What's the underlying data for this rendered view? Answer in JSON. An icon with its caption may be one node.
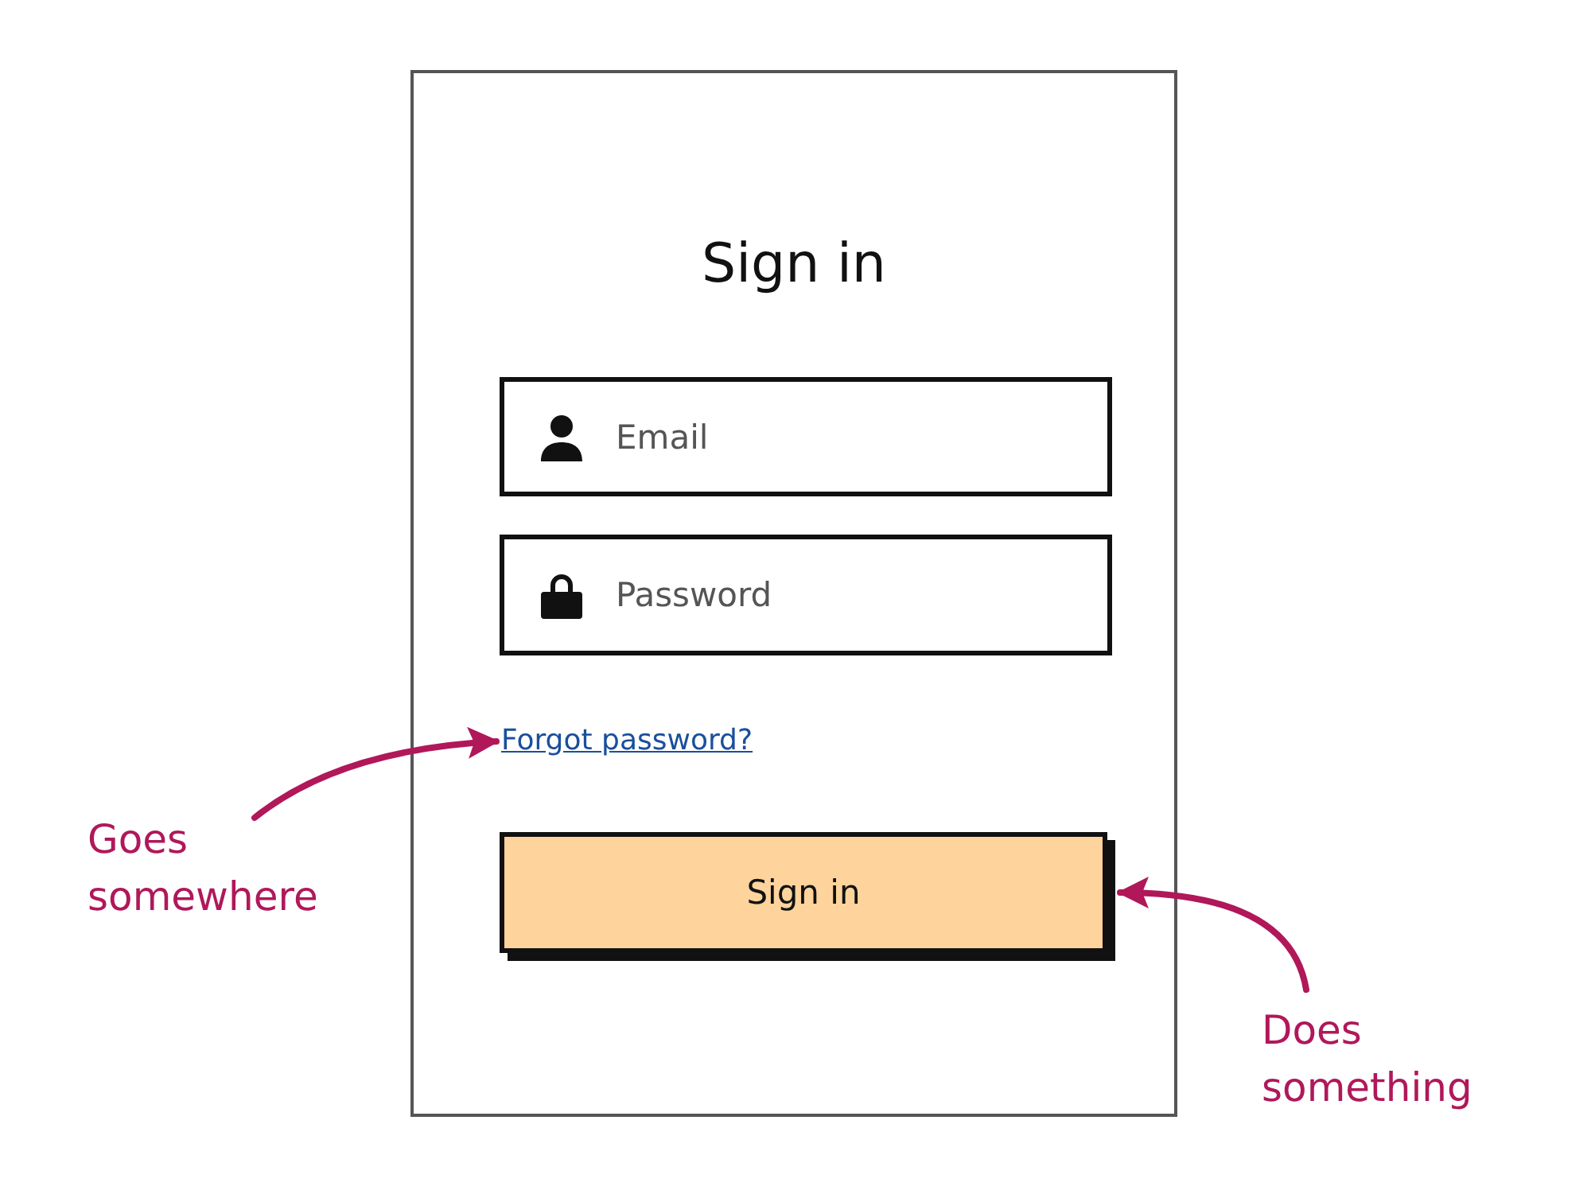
{
  "diagram": {
    "nodes": [
      {
        "text": [
          "Sign in"
        ]
      },
      {
        "text": [
          "Email"
        ],
        "in": 0
      },
      {
        "text": [
          "Password"
        ],
        "in": 0
      },
      {
        "text": [
          "Forgot password?"
        ],
        "in": 0
      },
      {
        "text": [
          "Sign in"
        ],
        "in": 0
      },
      {
        "text": [
          "Goes somewhere"
        ]
      },
      {
        "text": [
          "Does something"
        ]
      }
    ],
    "edges": [
      {
        "from": 5,
        "to": 3,
        "arrow": "to"
      },
      {
        "from": 6,
        "to": 4,
        "arrow": "to"
      }
    ]
  }
}
